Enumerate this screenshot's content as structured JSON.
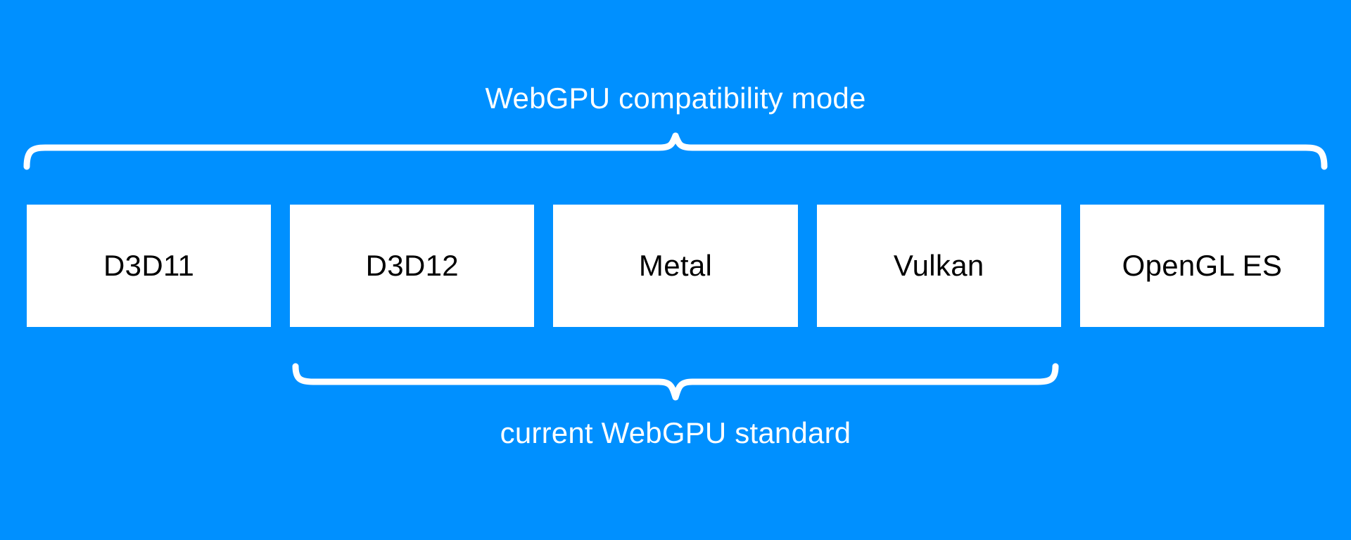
{
  "diagram": {
    "title": "WebGPU compatibility mode",
    "background_color": "#0090ff",
    "box_fill_color": "#ffffff",
    "box_text_color": "#000000",
    "brace_color": "#ffffff",
    "top_brace": {
      "label": "WebGPU compatibility mode",
      "spans_boxes": [
        "D3D11",
        "D3D12",
        "Metal",
        "Vulkan",
        "OpenGL ES"
      ],
      "label_position": "above"
    },
    "bottom_brace": {
      "label": "current WebGPU standard",
      "spans_boxes": [
        "D3D12",
        "Metal",
        "Vulkan"
      ],
      "label_position": "below"
    },
    "boxes": [
      {
        "label": "D3D11"
      },
      {
        "label": "D3D12"
      },
      {
        "label": "Metal"
      },
      {
        "label": "Vulkan"
      },
      {
        "label": "OpenGL ES"
      }
    ]
  }
}
